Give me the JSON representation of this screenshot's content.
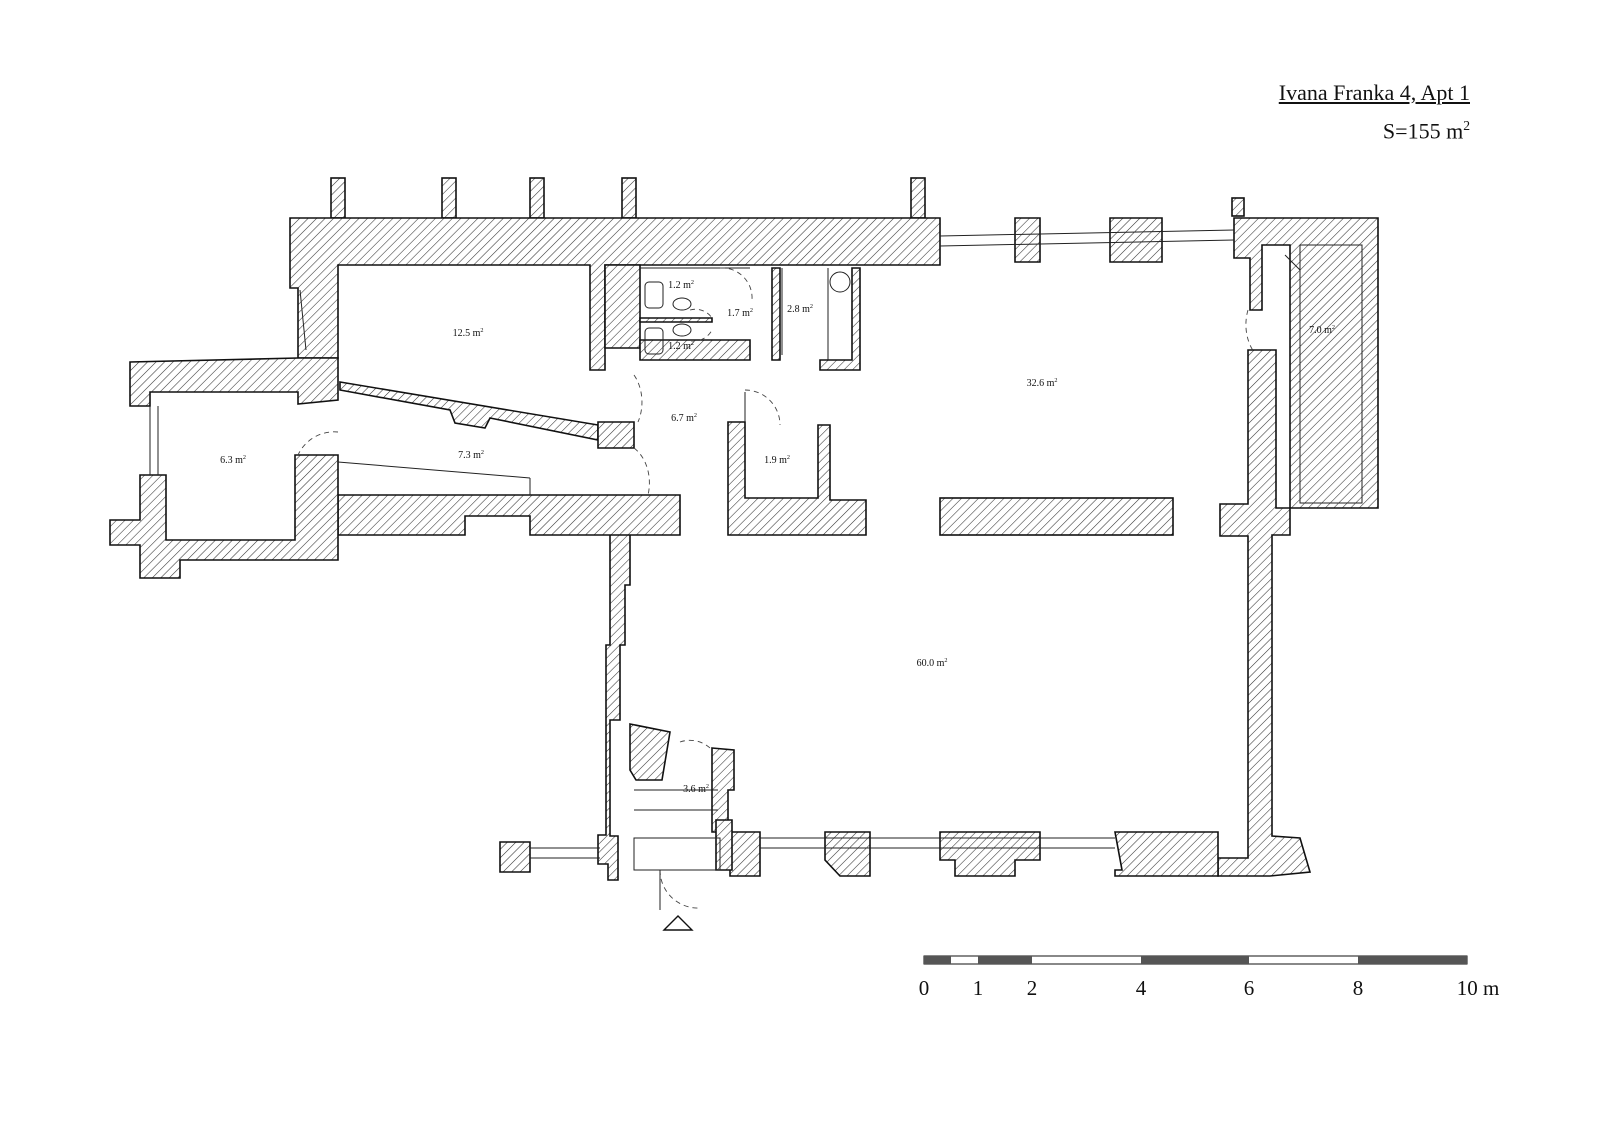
{
  "header": {
    "title": "Ivana Franka 4, Apt 1",
    "area_prefix": "S=155 m",
    "area_sup": "2"
  },
  "rooms": [
    {
      "id": "wc-top",
      "value": "1.2 m",
      "sup": "2"
    },
    {
      "id": "wc-bottom",
      "value": "1.2 m",
      "sup": "2"
    },
    {
      "id": "corridor-small",
      "value": "1.7 m",
      "sup": "2"
    },
    {
      "id": "bathroom",
      "value": "2.8 m",
      "sup": "2"
    },
    {
      "id": "bedroom",
      "value": "12.5 m",
      "sup": "2"
    },
    {
      "id": "storage-right",
      "value": "7.0 m",
      "sup": "2"
    },
    {
      "id": "living-upper",
      "value": "32.6 m",
      "sup": "2"
    },
    {
      "id": "hall",
      "value": "6.7 m",
      "sup": "2"
    },
    {
      "id": "room-west",
      "value": "6.3 m",
      "sup": "2"
    },
    {
      "id": "corridor-west",
      "value": "7.3 m",
      "sup": "2"
    },
    {
      "id": "closet",
      "value": "1.9 m",
      "sup": "2"
    },
    {
      "id": "main-room",
      "value": "60.0 m",
      "sup": "2"
    },
    {
      "id": "vestibule",
      "value": "3.6 m",
      "sup": "2"
    }
  ],
  "scale_bar": {
    "labels": [
      "0",
      "1",
      "2",
      "4",
      "6",
      "8",
      "10 m"
    ]
  },
  "icons": {
    "entrance": "entrance-triangle-icon"
  }
}
